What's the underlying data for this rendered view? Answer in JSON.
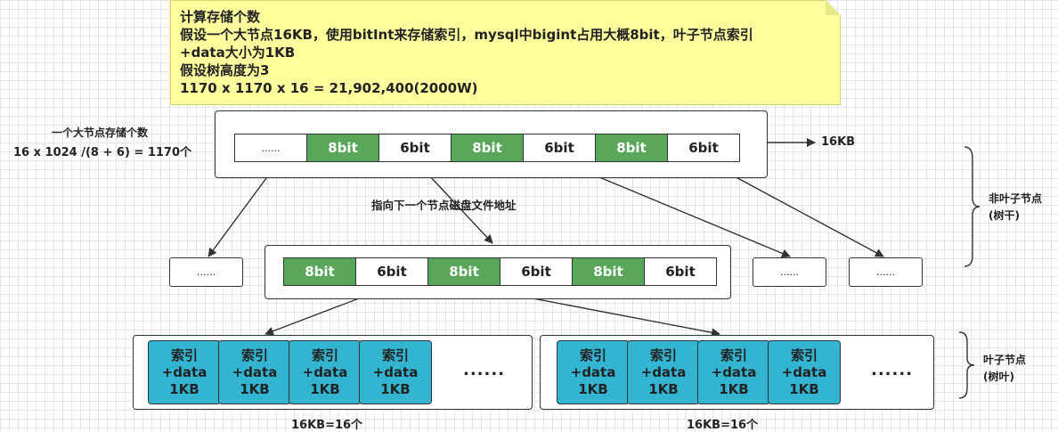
{
  "note": {
    "lines": [
      "计算存储个数",
      "假设一个大节点16KB，使用bitInt来存储索引，mysql中bigint占用大概8bit，叶子节点索引",
      "+data大小为1KB",
      "假设树高度为3",
      "1170 x 1170 x 16 = 21,902,400(2000W)"
    ]
  },
  "left_calc": {
    "line1": "一个大节点存储个数",
    "line2": "16 x 1024 /(8 + 6) = 1170个"
  },
  "root_node": {
    "cells": [
      "......",
      "8bit",
      "6bit",
      "8bit",
      "6bit",
      "8bit",
      "6bit"
    ],
    "size_label": "16KB"
  },
  "pointer_label": "指向下一个节点磁盘文件地址",
  "middle_row": {
    "left_placeholder": "......",
    "node_cells": [
      "8bit",
      "6bit",
      "8bit",
      "6bit",
      "8bit",
      "6bit"
    ],
    "right_placeholders": [
      "......",
      "......"
    ]
  },
  "brace_labels": {
    "non_leaf_1": "非叶子节点",
    "non_leaf_2": "(树干)",
    "leaf_1": "叶子节点",
    "leaf_2": "(树叶)"
  },
  "leaf_item": {
    "line1": "索引",
    "line2": "+data",
    "line3": "1KB"
  },
  "leaf_dots": "......",
  "leaf_group_label": "16KB=16个",
  "colors": {
    "note_bg": "#ffff9e",
    "green_cell": "#5aa65a",
    "leaf_blue": "#33b5d2",
    "line": "#333333"
  }
}
